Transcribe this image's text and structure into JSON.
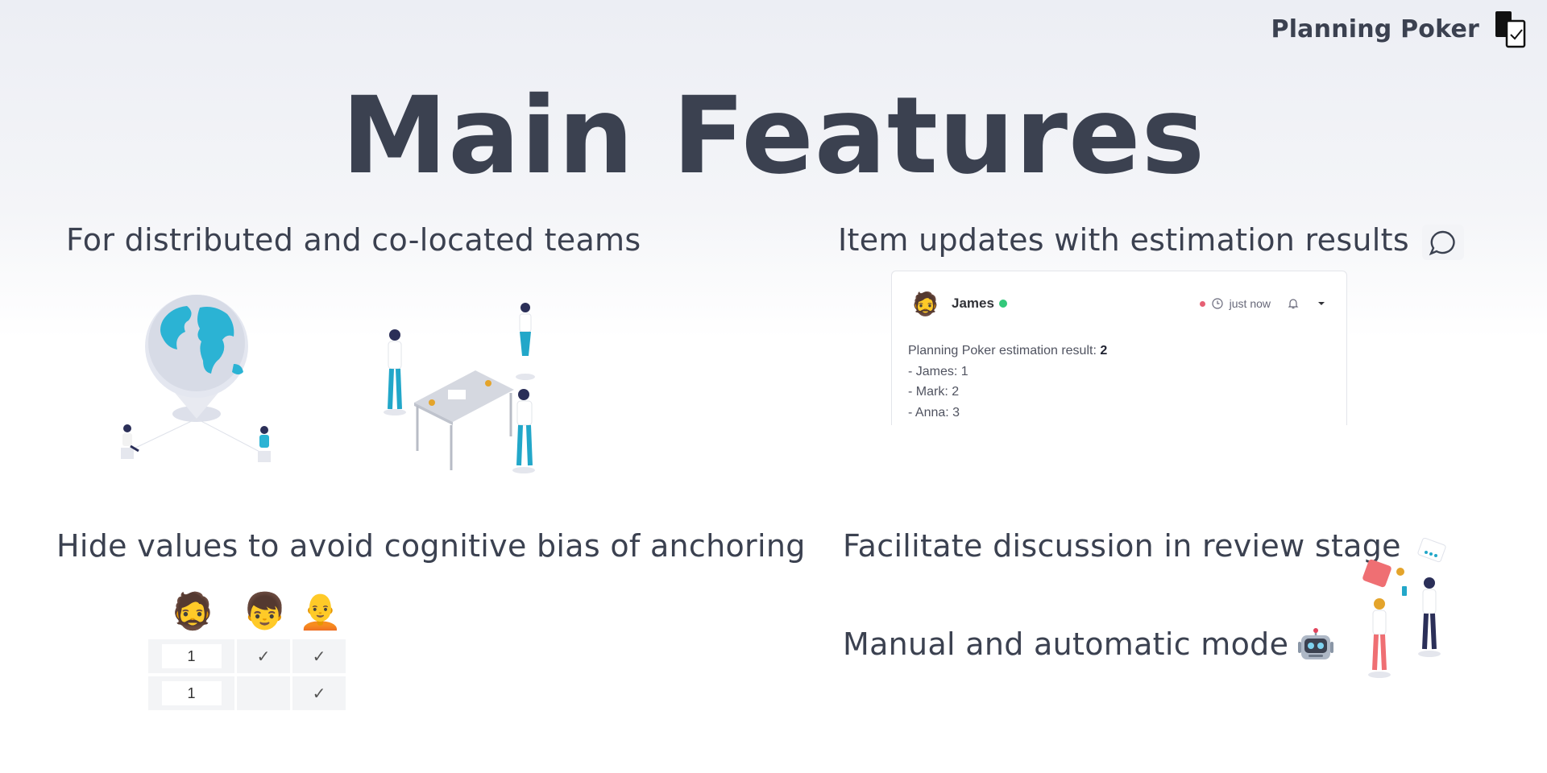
{
  "brand": {
    "name": "Planning Poker",
    "logo_icon": "cards-check-icon"
  },
  "title": "Main Features",
  "features": {
    "distributed": {
      "heading": "For distributed and co-located teams",
      "icons": [
        "globe-remote-illustration",
        "team-meeting-illustration"
      ]
    },
    "updates": {
      "heading": "Item updates with estimation results",
      "icon": "chat-bubble-icon",
      "comment": {
        "user": "James",
        "avatar": "🧔",
        "time": "just now",
        "result_label": "Planning Poker estimation result:",
        "result_value": "2",
        "lines": [
          "- James: 1",
          "- Mark: 2",
          "- Anna: 3"
        ]
      }
    },
    "hide": {
      "heading": "Hide values to avoid cognitive bias of anchoring",
      "avatars": [
        "🧔",
        "👦",
        "🧑‍🦲"
      ],
      "rows": [
        {
          "value": "1",
          "checks": [
            true,
            true
          ]
        },
        {
          "value": "1",
          "checks": [
            false,
            true
          ]
        }
      ]
    },
    "discuss": {
      "heading": "Facilitate discussion in review stage",
      "icon": "discussion-illustration"
    },
    "mode": {
      "heading": "Manual and automatic mode",
      "icon": "robot-icon",
      "emoji": "🤖"
    }
  }
}
